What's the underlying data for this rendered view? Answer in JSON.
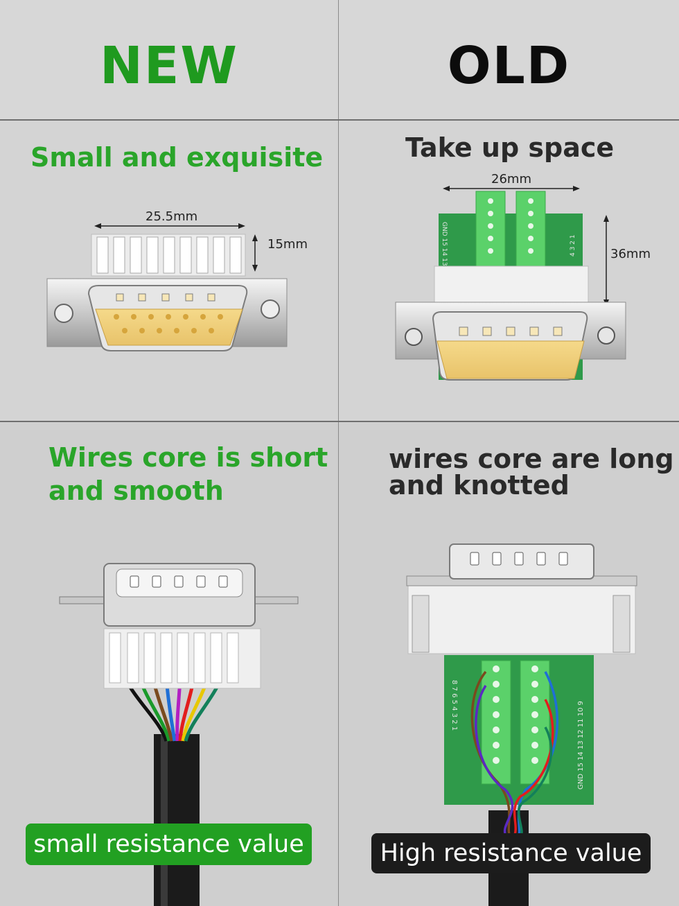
{
  "header": {
    "new_label": "NEW",
    "old_label": "OLD"
  },
  "size_panel": {
    "new_caption": "Small and exquisite",
    "new_width": "25.5mm",
    "new_height": "15mm",
    "old_caption": "Take up space",
    "old_width": "26mm",
    "old_height": "36mm"
  },
  "wire_panel": {
    "new_caption_line1": "Wires core is short",
    "new_caption_line2": "and smooth",
    "old_caption_line1": "wires core  are long",
    "old_caption_line2": "and knotted",
    "new_badge": "small resistance value",
    "old_badge": "High resistance value"
  },
  "colors": {
    "new_green": "#1f9a1f",
    "badge_green": "#22a022",
    "badge_dark": "#1c1c1c",
    "pcb_green": "#2f9a4a",
    "terminal_green": "#5bd16a"
  }
}
